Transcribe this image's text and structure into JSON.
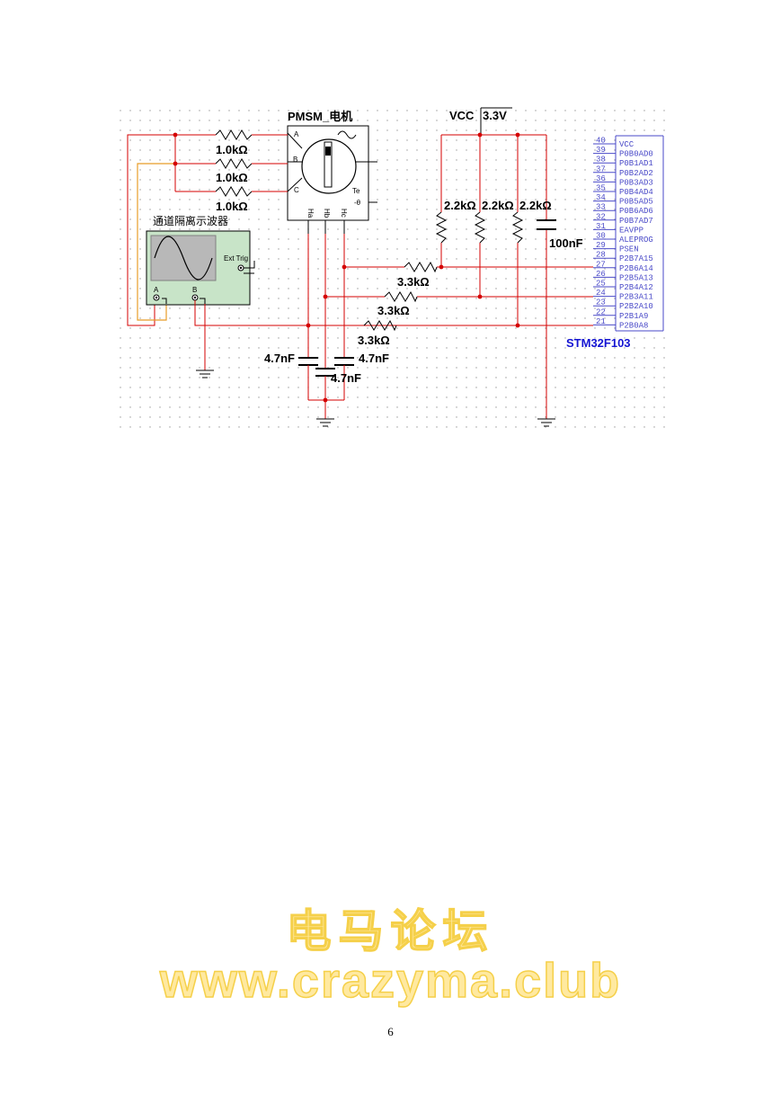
{
  "schematic": {
    "motor_label": "PMSM_电机",
    "motor_pins": [
      "A",
      "B",
      "C"
    ],
    "motor_te": "Te",
    "motor_theta": "-θ",
    "hall_pins": [
      "Ha",
      "Hb",
      "Hc"
    ],
    "vcc_label": "VCC",
    "vcc_value": "3.3V",
    "resistor_1k": "1.0kΩ",
    "resistor_2k2": "2.2kΩ",
    "resistor_3k3": "3.3kΩ",
    "cap_100n": "100nF",
    "cap_4n7": "4.7nF",
    "scope_label": "通道隔离示波器",
    "scope_ext_trig": "Ext Trig",
    "scope_ch_a": "A",
    "scope_ch_b": "B",
    "mcu_label": "STM32F103",
    "mcu_pins": [
      {
        "num": "40",
        "name": "VCC"
      },
      {
        "num": "39",
        "name": "P0B0AD0"
      },
      {
        "num": "38",
        "name": "P0B1AD1"
      },
      {
        "num": "37",
        "name": "P0B2AD2"
      },
      {
        "num": "36",
        "name": "P0B3AD3"
      },
      {
        "num": "35",
        "name": "P0B4AD4"
      },
      {
        "num": "34",
        "name": "P0B5AD5"
      },
      {
        "num": "33",
        "name": "P0B6AD6"
      },
      {
        "num": "32",
        "name": "P0B7AD7"
      },
      {
        "num": "31",
        "name": "EAVPP"
      },
      {
        "num": "30",
        "name": "ALEPROG"
      },
      {
        "num": "29",
        "name": "PSEN"
      },
      {
        "num": "28",
        "name": "P2B7A15"
      },
      {
        "num": "27",
        "name": "P2B6A14"
      },
      {
        "num": "26",
        "name": "P2B5A13"
      },
      {
        "num": "25",
        "name": "P2B4A12"
      },
      {
        "num": "24",
        "name": "P2B3A11"
      },
      {
        "num": "23",
        "name": "P2B2A10"
      },
      {
        "num": "22",
        "name": "P2B1A9"
      },
      {
        "num": "21",
        "name": "P2B0A8"
      }
    ]
  },
  "watermark": {
    "cn": "电马论坛",
    "url": "www.crazyma.club"
  },
  "page_number": "6"
}
